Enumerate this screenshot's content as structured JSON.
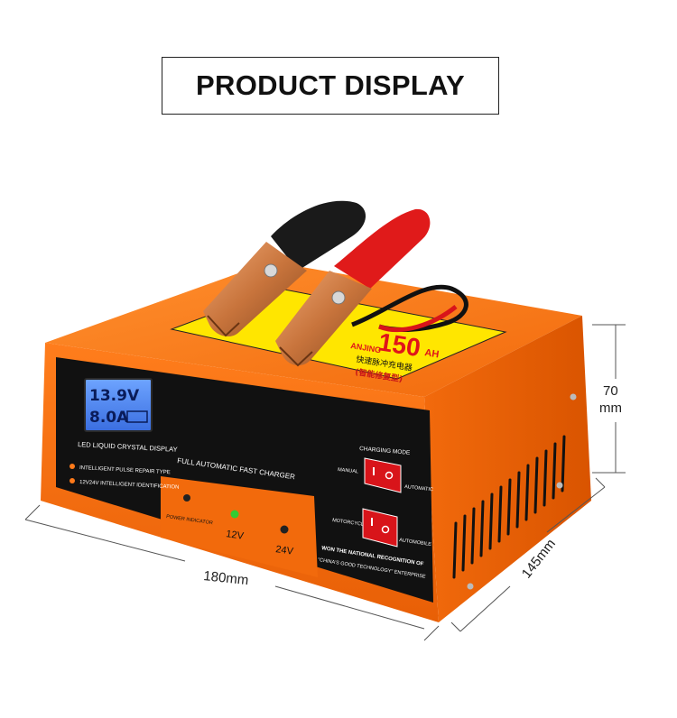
{
  "page": {
    "title": "PRODUCT DISPLAY"
  },
  "product": {
    "display_caption": "LED LIQUID CRYSTAL DISPLAY",
    "lcd": {
      "voltage": "13.9V",
      "current": "8.0A"
    },
    "features": [
      "INTELLIGENT PULSE REPAIR TYPE",
      "12V24V INTELLIGENT IDENTIFICATION"
    ],
    "panel_title": "FULL AUTOMATIC FAST CHARGER",
    "indicators": {
      "power_label": "POWER INDICATOR",
      "v12": "12V",
      "v24": "24V"
    },
    "charging_mode": {
      "title": "CHARGING MODE",
      "left": "MANUAL",
      "right": "AUTOMATIC"
    },
    "vehicle_mode": {
      "left": "MOTORCYCLE",
      "right": "AUTOMOBILE"
    },
    "award": {
      "line1": "WON THE NATIONAL RECOGNITION OF",
      "line2": "\"CHINA'S GOOD TECHNOLOGY\" ENTERPRISE"
    },
    "label": {
      "capacity": "150",
      "unit": "AH",
      "brand": "ANJING",
      "cn1": "快速脉冲充电器",
      "cn2": "(智能修复型)"
    }
  },
  "dimensions": {
    "width": "180mm",
    "depth": "145mm",
    "height_value": "70",
    "height_unit": "mm"
  },
  "colors": {
    "case": "#ff7a1a",
    "panel": "#111111",
    "clip_red": "#e01a1a",
    "clip_black": "#1a1a1a",
    "copper": "#c8743c",
    "label": "#ffe600"
  }
}
